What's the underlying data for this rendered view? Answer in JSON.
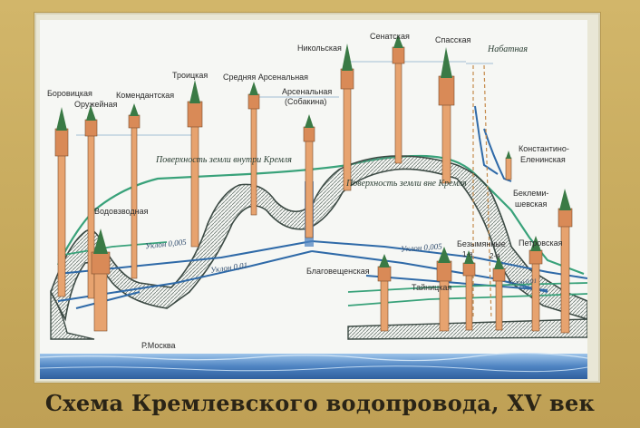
{
  "caption": "Схема Кремлевского водопровода, XV век",
  "towers": {
    "borovitskaya": "Боровицкая",
    "oruzheynaya": "Оружейная",
    "komendantskaya": "Комендантская",
    "troitskaya": "Троицкая",
    "srednyaya": "Средняя Арсенальная",
    "arsenalnaya_1": "Арсенальная",
    "arsenalnaya_2": "(Собакина)",
    "nikolskaya": "Никольская",
    "senatskaya": "Сенатская",
    "spasskaya": "Спасская",
    "nabatnaya": "Набатная",
    "konstantino_1": "Константино-",
    "konstantino_2": "Еленинская",
    "beklemi_1": "Беклеми-",
    "beklemi_2": "шевская",
    "vodovzvodnaya": "Водовзводная",
    "blagoveshchenskaya": "Благовещенская",
    "taynitskaya": "Тайницкая",
    "bezymyannye": "Безымянные",
    "bez_1": "1-я",
    "bez_2": "2-я",
    "petrovskaya": "Петровская"
  },
  "surfaces": {
    "inside": "Поверхность земли внутри Кремля",
    "outside": "Поверхность земли вне Кремля"
  },
  "slopes": {
    "a": "Уклон 0,005",
    "b": "Уклон 0,01",
    "c": "Уклон 0,005",
    "d": "Уклон 0,01"
  },
  "river": "Р.Москва",
  "colors": {
    "tower_brick": "#e7a36f",
    "tower_spire": "#3a7a45",
    "ground_dark": "#3c4a44",
    "green_line": "#39a27a",
    "blue_line": "#2f6aa8",
    "water": "#4f84c2"
  }
}
